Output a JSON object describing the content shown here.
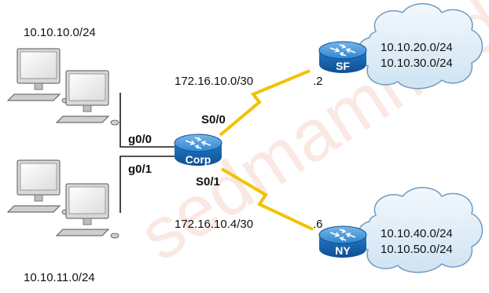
{
  "subnets": {
    "lan_top": "10.10.10.0/24",
    "lan_bottom": "10.10.11.0/24",
    "wan_sf": "172.16.10.0/30",
    "wan_ny": "172.16.10.4/30"
  },
  "interfaces": {
    "g0_0": "g0/0",
    "g0_1": "g0/1",
    "s0_0": "S0/0",
    "s0_1": "S0/1",
    "sf_host": ".2",
    "ny_host": ".6"
  },
  "routers": {
    "corp": "Corp",
    "sf": "SF",
    "ny": "NY"
  },
  "clouds": {
    "sf": [
      "10.10.20.0/24",
      "10.10.30.0/24"
    ],
    "ny": [
      "10.10.40.0/24",
      "10.10.50.0/24"
    ]
  },
  "watermark": "sedmamri sdidis co",
  "colors": {
    "router_fill": "#1f78c8",
    "serial_link": "#f2c200",
    "cloud_fill": "#dcebf7",
    "cloud_stroke": "#6d9bc3"
  }
}
